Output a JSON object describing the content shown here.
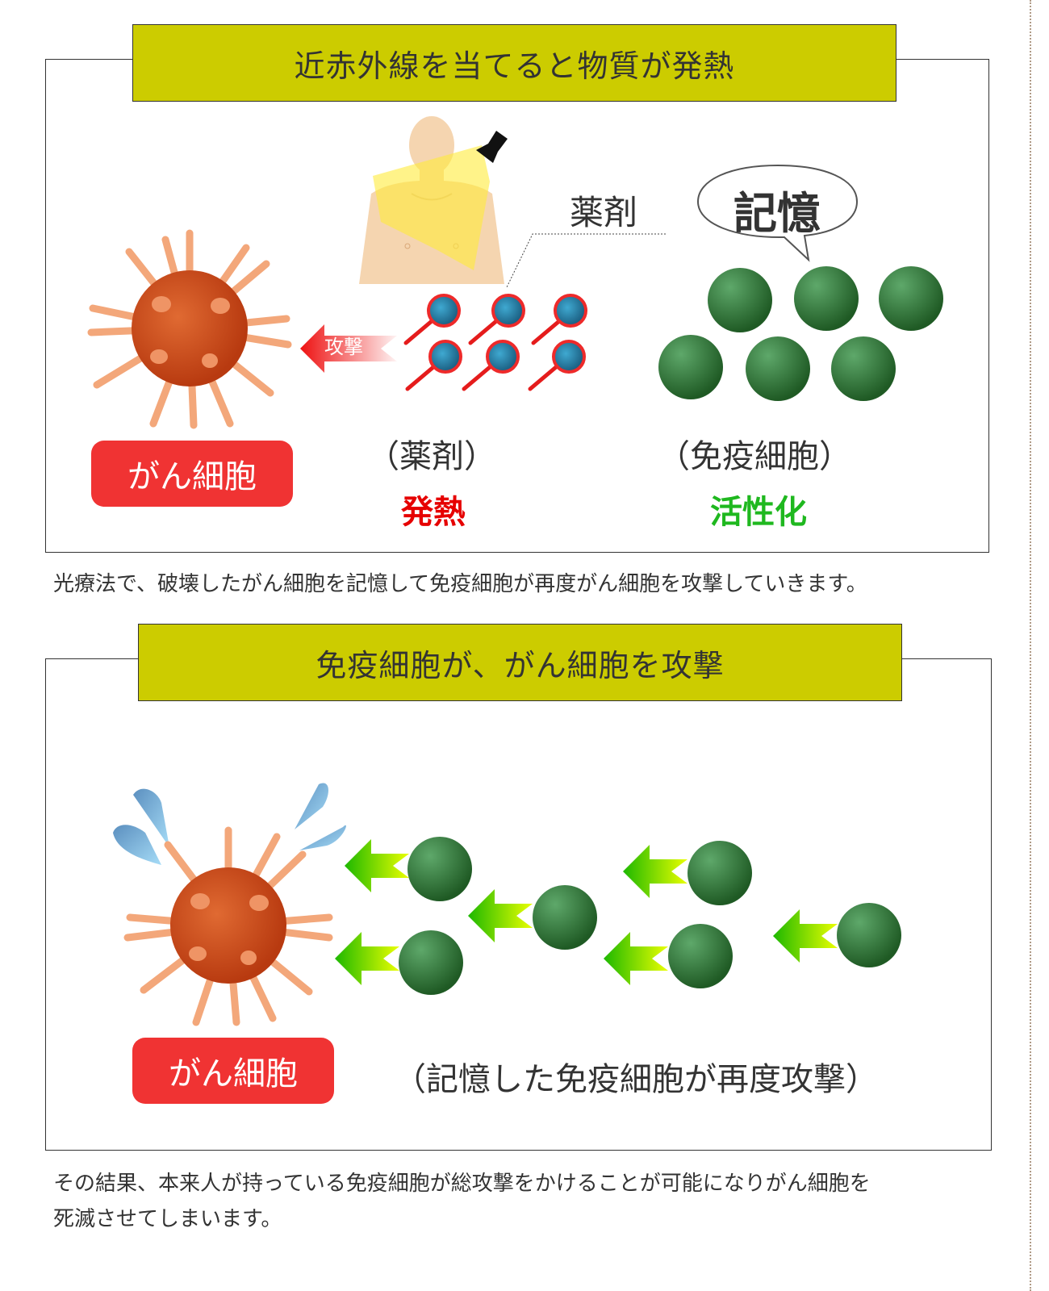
{
  "section1": {
    "title": "近赤外線を当てると物質が発熱",
    "drug_label": "薬剤",
    "speech_bubble": "記憶",
    "attack_arrow_label": "攻撃",
    "cancer_cell_label": "がん細胞",
    "drug_caption": "（薬剤）",
    "drug_effect": "発熱",
    "immune_caption": "（免疫細胞）",
    "immune_effect": "活性化",
    "colors": {
      "band": "#cccc00",
      "effect_red": "#e60000",
      "effect_green": "#1fb81f",
      "badge": "#f03333"
    }
  },
  "paragraph1": "光療法で、破壊したがん細胞を記憶して免疫細胞が再度がん細胞を攻撃していきます。",
  "section2": {
    "title": "免疫細胞が、がん細胞を攻撃",
    "cancer_cell_label": "がん細胞",
    "caption": "（記憶した免疫細胞が再度攻撃）"
  },
  "paragraph2": {
    "line1": "その結果、本来人が持っている免疫細胞が総攻撃をかけることが可能になりがん細胞を",
    "line2": "死滅させてしまいます。"
  }
}
